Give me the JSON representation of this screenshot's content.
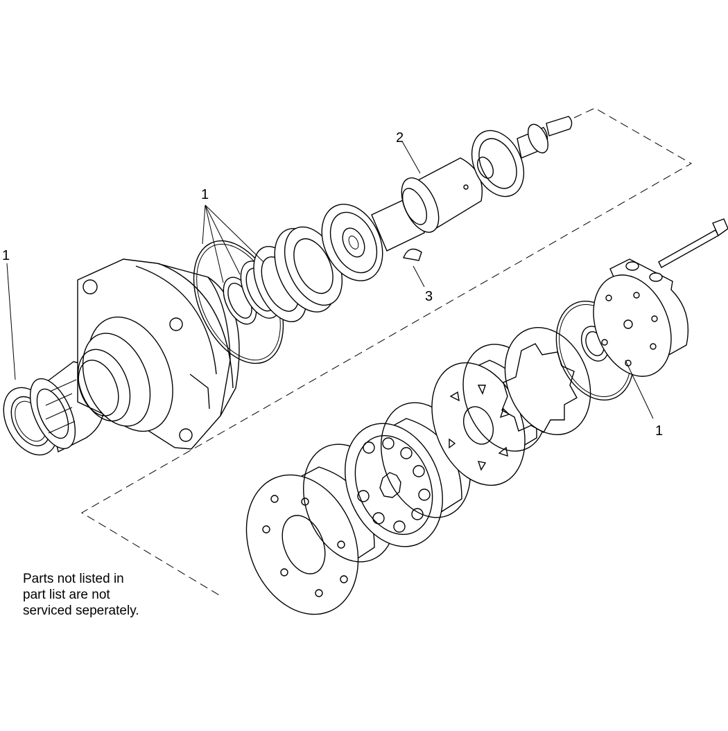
{
  "callouts": {
    "left_seal": "1",
    "seals_group": "1",
    "shaft": "2",
    "key": "3",
    "rear_seal": "1"
  },
  "note": "Parts not listed in\npart list are not\nserviced seperately."
}
